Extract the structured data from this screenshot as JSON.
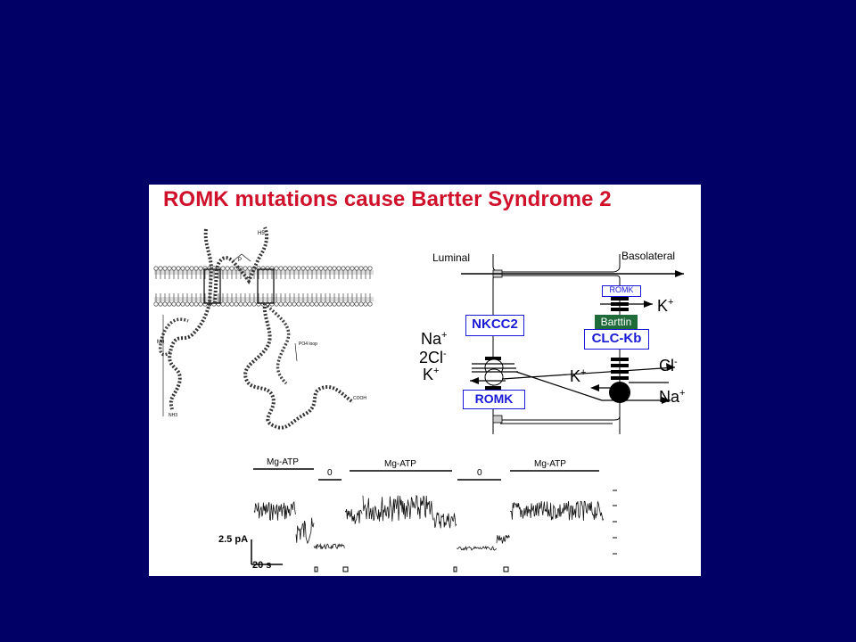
{
  "figure": {
    "title": "ROMK mutations cause Bartter Syndrome 2",
    "topology": {
      "labels": {
        "h5": "H5",
        "p": "P",
        "m0": "M0",
        "po4_loop": "PO4 loop",
        "cooh": "COOH",
        "nh3": "NH3"
      }
    },
    "cell_diagram": {
      "luminal_label": "Luminal",
      "basolateral_label": "Basolateral",
      "transporters": {
        "nkcc2": "NKCC2",
        "romk_apical": "ROMK",
        "romk_basolateral": "ROMK",
        "barttin": "Barttin",
        "clc_kb": "CLC-Kb"
      },
      "ions": {
        "na_left": "Na",
        "na_left_sup": "+",
        "cl_left": "2Cl",
        "cl_left_sup": "-",
        "k_left": "K",
        "k_left_sup": "+",
        "k_right_top": "K",
        "k_right_top_sup": "+",
        "cl_right": "Cl",
        "cl_right_sup": "-",
        "k_right_mid": "K",
        "k_right_mid_sup": "+",
        "na_right": "Na",
        "na_right_sup": "+"
      },
      "colors": {
        "box_blue": "#1a1ad6",
        "barttin_green": "#1f6b3a"
      }
    },
    "trace": {
      "conditions": [
        "Mg-ATP",
        "0",
        "Mg-ATP",
        "0",
        "Mg-ATP"
      ],
      "scale_current": "2.5 pA",
      "scale_time": "20 s"
    }
  }
}
